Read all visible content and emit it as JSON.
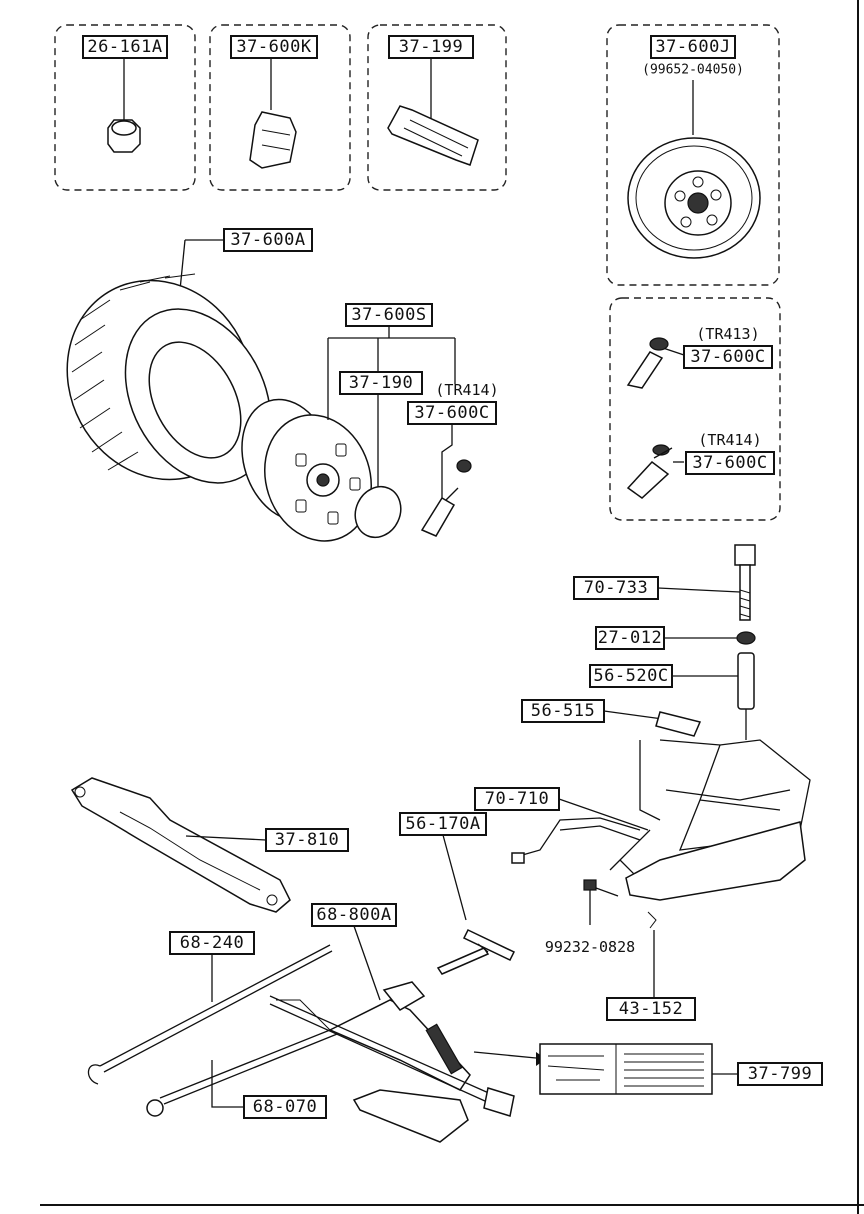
{
  "labels": {
    "p26_161A": "26-161A",
    "p37_600K": "37-600K",
    "p37_199": "37-199",
    "p37_600J": "37-600J",
    "p37_600J_sub": "(99652-04050)",
    "p37_600A": "37-600A",
    "p37_600S": "37-600S",
    "p37_190": "37-190",
    "tr414_a": "(TR414)",
    "p37_600C_a": "37-600C",
    "tr413": "(TR413)",
    "p37_600C_b": "37-600C",
    "tr414_b": "(TR414)",
    "p37_600C_c": "37-600C",
    "p70_733": "70-733",
    "p27_012": "27-012",
    "p56_520C": "56-520C",
    "p56_515": "56-515",
    "p70_710": "70-710",
    "p37_810": "37-810",
    "p56_170A": "56-170A",
    "p68_800A": "68-800A",
    "p68_240": "68-240",
    "p99232_0828": "99232-0828",
    "p43_152": "43-152",
    "p37_799": "37-799",
    "p68_070": "68-070"
  },
  "icons": {
    "lug_nut": "lug-nut-icon",
    "clip": "clip-icon",
    "bracket": "bracket-icon",
    "spare_wheel": "spare-wheel-icon",
    "tire": "tire-icon",
    "wheel": "alloy-wheel-icon",
    "center_cap": "center-cap-icon",
    "valve": "valve-stem-icon",
    "bolt": "bolt-icon",
    "washer": "washer-icon",
    "spacer": "spacer-icon",
    "carrier": "spare-carrier-icon",
    "wrench": "lug-wrench-icon",
    "jack": "scissor-jack-icon",
    "handle": "jack-handle-icon",
    "caution_label": "caution-label-icon"
  }
}
